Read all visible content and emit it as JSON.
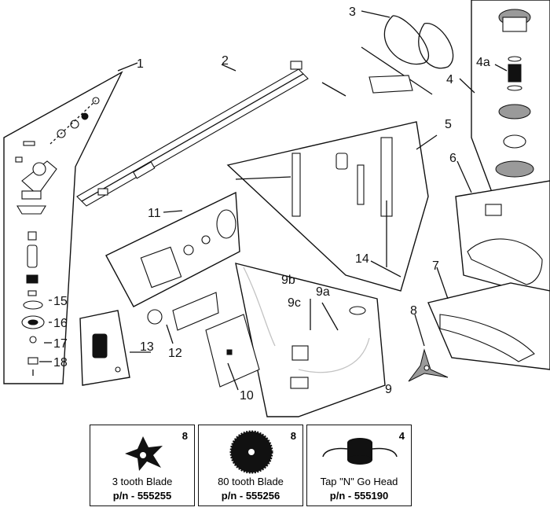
{
  "callouts": {
    "c1": "1",
    "c2": "2",
    "c3": "3",
    "c4": "4",
    "c4a": "4a",
    "c5": "5",
    "c6": "6",
    "c7": "7",
    "c8": "8",
    "c9": "9",
    "c9a": "9a",
    "c9b": "9b",
    "c9c": "9c",
    "c10": "10",
    "c11": "11",
    "c12": "12",
    "c13": "13",
    "c14": "14",
    "c15": "15",
    "c16": "16",
    "c17": "17",
    "c18": "18"
  },
  "accessories": [
    {
      "number": "8",
      "name": "3 tooth Blade",
      "part_number": "p/n - 555255",
      "icon": "three-tooth-blade-icon"
    },
    {
      "number": "8",
      "name": "80 tooth Blade",
      "part_number": "p/n - 555256",
      "icon": "eighty-tooth-blade-icon"
    },
    {
      "number": "4",
      "name": "Tap \"N\" Go Head",
      "part_number": "p/n - 555190",
      "icon": "trimmer-head-icon"
    }
  ]
}
